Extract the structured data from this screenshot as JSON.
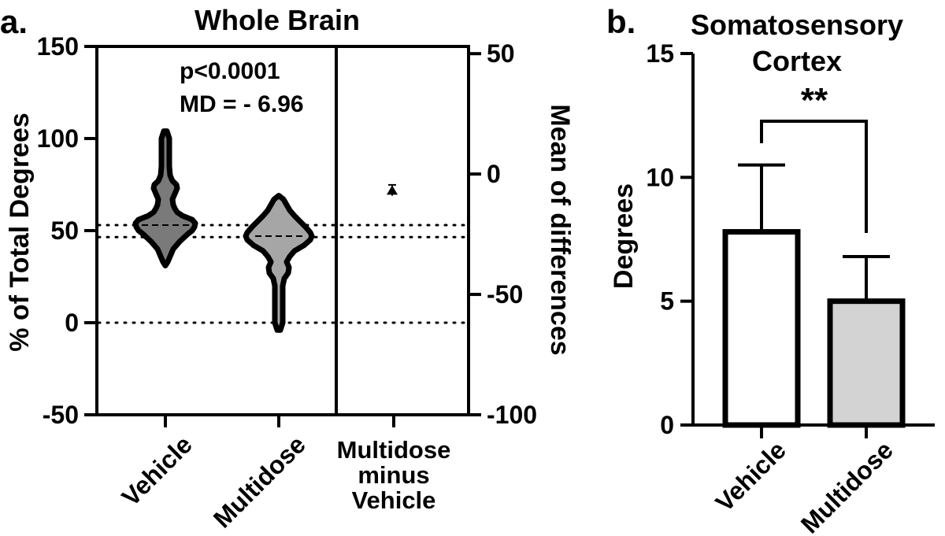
{
  "chart_data": [
    {
      "panel_label": "a.",
      "type": "violin",
      "title": "Whole Brain",
      "ylabel": "% of Total Degrees",
      "ylim": [
        -50,
        150
      ],
      "yticks": [
        -50,
        0,
        50,
        100,
        150
      ],
      "categories": [
        "Vehicle",
        "Multidose"
      ],
      "violins": [
        {
          "name": "Vehicle",
          "fill": "#7a7a7a",
          "median": 53,
          "min": 31,
          "max": 104,
          "profile": [
            [
              31,
              0
            ],
            [
              33,
              3
            ],
            [
              36,
              6
            ],
            [
              40,
              10
            ],
            [
              44,
              18
            ],
            [
              48,
              28
            ],
            [
              50,
              34
            ],
            [
              52,
              37
            ],
            [
              54,
              38
            ],
            [
              56,
              34
            ],
            [
              58,
              22
            ],
            [
              60,
              15
            ],
            [
              62,
              12
            ],
            [
              64,
              10
            ],
            [
              67,
              9
            ],
            [
              70,
              12
            ],
            [
              73,
              15
            ],
            [
              75,
              14
            ],
            [
              77,
              9
            ],
            [
              80,
              6
            ],
            [
              85,
              5
            ],
            [
              90,
              5
            ],
            [
              95,
              5
            ],
            [
              100,
              5
            ],
            [
              104,
              2
            ]
          ]
        },
        {
          "name": "Multidose",
          "fill": "#a6a6a6",
          "median": 47,
          "min": -4,
          "max": 69,
          "profile": [
            [
              -4,
              2
            ],
            [
              0,
              5
            ],
            [
              5,
              5
            ],
            [
              10,
              5
            ],
            [
              15,
              5
            ],
            [
              20,
              5
            ],
            [
              24,
              7
            ],
            [
              27,
              12
            ],
            [
              30,
              13
            ],
            [
              33,
              10
            ],
            [
              36,
              14
            ],
            [
              39,
              20
            ],
            [
              42,
              32
            ],
            [
              45,
              40
            ],
            [
              47,
              42
            ],
            [
              49,
              40
            ],
            [
              52,
              34
            ],
            [
              55,
              27
            ],
            [
              58,
              20
            ],
            [
              61,
              14
            ],
            [
              64,
              10
            ],
            [
              67,
              6
            ],
            [
              69,
              0
            ]
          ]
        }
      ],
      "reference_lines": [
        53,
        46.5,
        0
      ],
      "annotations": [
        "p<0.0001",
        "MD = - 6.96"
      ],
      "difference_panel": {
        "category": "Multidose minus Vehicle",
        "ylabel": "Mean of differences",
        "ylim": [
          -100,
          53
        ],
        "yticks": [
          -100,
          -50,
          0,
          50
        ],
        "value": -6.96,
        "error": [
          -9,
          -4.5
        ]
      }
    },
    {
      "panel_label": "b.",
      "type": "bar",
      "title": "Somatosensory Cortex",
      "title_lines": [
        "Somatosensory",
        "Cortex"
      ],
      "ylabel": "Degrees",
      "ylim": [
        0,
        15
      ],
      "yticks": [
        0,
        5,
        10,
        15
      ],
      "categories": [
        "Vehicle",
        "Multidose"
      ],
      "values": [
        7.8,
        5.0
      ],
      "errors_upper": [
        10.5,
        6.8
      ],
      "bar_fills": [
        "#ffffff",
        "#d3d3d3"
      ],
      "significance": "**"
    }
  ]
}
